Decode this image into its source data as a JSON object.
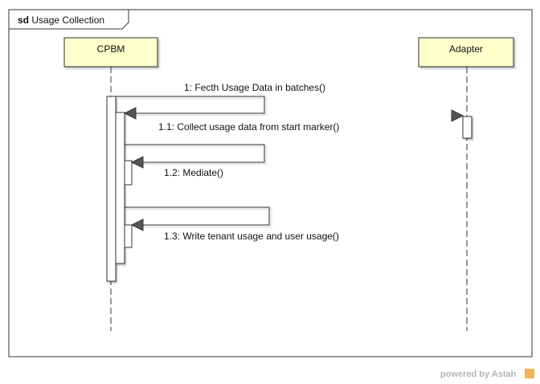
{
  "frame": {
    "keyword": "sd",
    "title": "Usage Collection"
  },
  "lifelines": [
    {
      "id": "cpbm",
      "name": "CPBM"
    },
    {
      "id": "adapter",
      "name": "Adapter"
    }
  ],
  "messages": [
    {
      "id": "m1",
      "label": "1: Fecth Usage Data in batches()"
    },
    {
      "id": "m11",
      "label": "1.1: Collect usage data from start marker()"
    },
    {
      "id": "m12",
      "label": "1.2: Mediate()"
    },
    {
      "id": "m13",
      "label": "1.3: Write tenant usage and user usage()"
    }
  ],
  "watermark": {
    "text": "powered by Astah"
  },
  "colors": {
    "lifeline_fill": "#ffffcc",
    "arrow_fill": "#555555",
    "watermark": "#b5b5b5",
    "astah_logo": "#f0a030"
  }
}
